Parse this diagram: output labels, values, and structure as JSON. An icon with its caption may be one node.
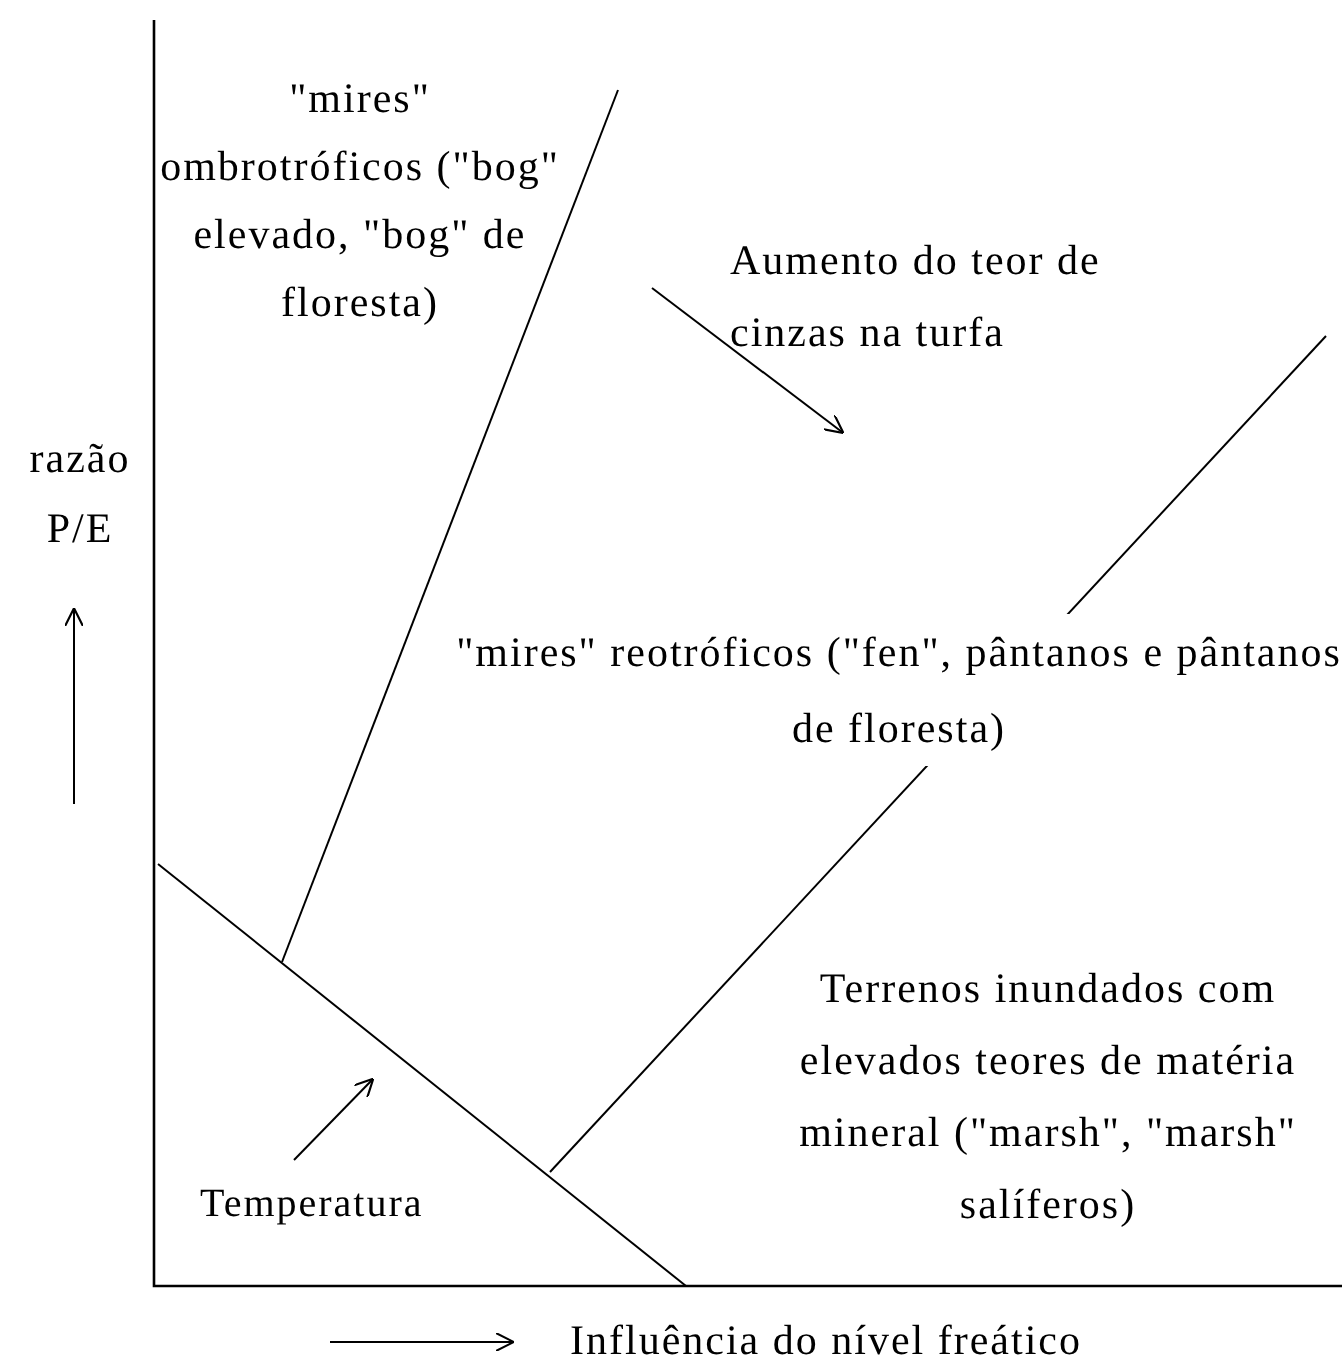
{
  "diagram": {
    "labels": [
      "\"mires\" ombrotróficos (\"bog\" elevado, \"bog\" de floresta)",
      "Aumento do teor de cinzas na turfa",
      "razão P/E",
      "\"mires\" reotróficos (\"fen\", pântanos e pântanos de floresta)",
      "Terrenos inundados com elevados teores de matéria mineral (\"marsh\", \"marsh\" salíferos)",
      "Temperatura",
      "Influência do nível freático"
    ]
  }
}
